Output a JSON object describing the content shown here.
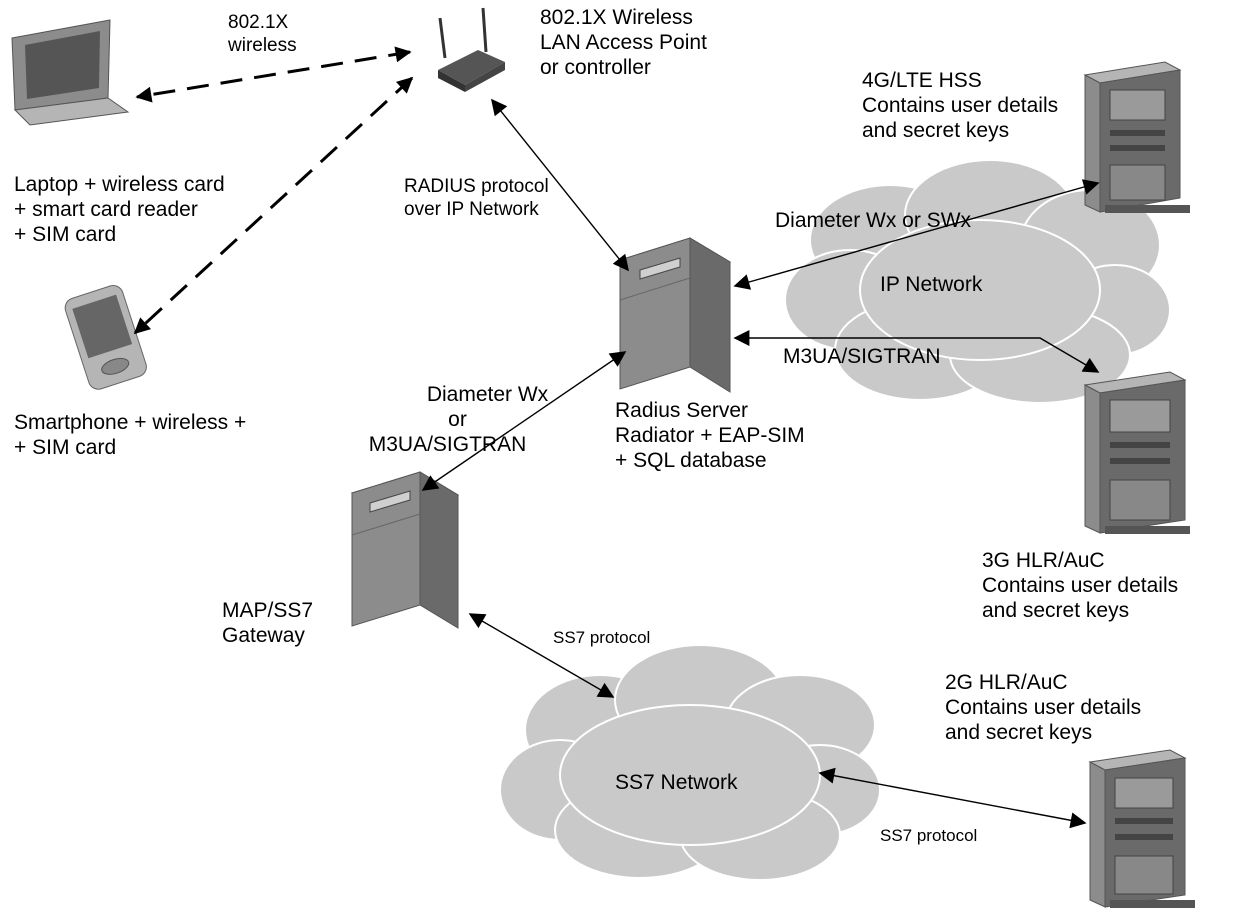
{
  "labels": {
    "wireless_link": [
      "802.1X",
      "wireless"
    ],
    "access_point": [
      "802.1X Wireless",
      "LAN Access Point",
      "or controller"
    ],
    "hss": [
      "4G/LTE HSS",
      "Contains user details",
      "and secret keys"
    ],
    "laptop": [
      "Laptop + wireless card",
      "+ smart card reader",
      "+ SIM card"
    ],
    "radius_protocol": [
      "RADIUS protocol",
      "over IP Network"
    ],
    "diameter_swx": "Diameter Wx or SWx",
    "ip_network": "IP Network",
    "m3ua_sigtran": "M3UA/SIGTRAN",
    "smartphone": [
      "Smartphone + wireless +",
      "+ SIM card"
    ],
    "diameter_or": [
      "Diameter Wx",
      "or",
      "M3UA/SIGTRAN"
    ],
    "radius_server": [
      "Radius Server",
      "Radiator + EAP-SIM",
      "+ SQL database"
    ],
    "hlr_3g": [
      "3G HLR/AuC",
      "Contains user details",
      "and secret keys"
    ],
    "gateway": [
      "MAP/SS7",
      "Gateway"
    ],
    "ss7_protocol_top": "SS7 protocol",
    "hlr_2g": [
      "2G HLR/AuC",
      "Contains user details",
      "and secret keys"
    ],
    "ss7_network": "SS7 Network",
    "ss7_protocol_bottom": "SS7 protocol"
  },
  "colors": {
    "device_gray": "#8c8c8c",
    "device_light": "#b5b5b5",
    "device_dark": "#555555",
    "cloud_fill": "#c9c9c9",
    "cloud_stroke": "#ffffff",
    "line": "#000000"
  }
}
